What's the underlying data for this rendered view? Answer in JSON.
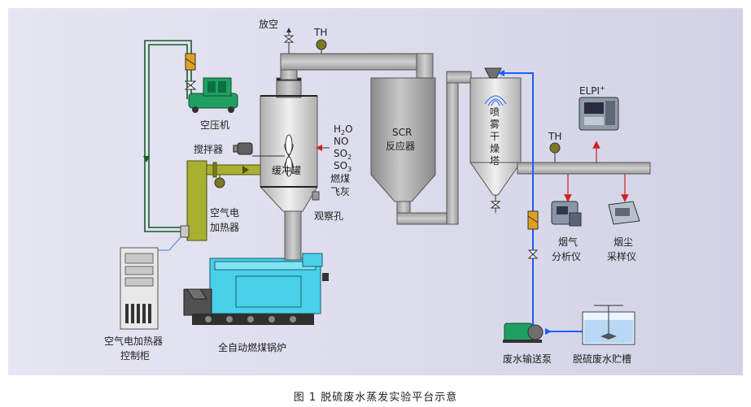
{
  "labels": {
    "vent": "放空",
    "th_top": "TH",
    "air_compressor": "空压机",
    "stirrer": "搅拌器",
    "buffer_tank": "缓冲罐",
    "gas_h2o": "H",
    "gas_h2o_sub": "2",
    "gas_h2o_end": "O",
    "gas_no": "NO",
    "gas_so2": "SO",
    "gas_so2_sub": "2",
    "gas_so3": "SO",
    "gas_so3_sub": "3",
    "fly_ash_1": "燃煤",
    "fly_ash_2": "飞灰",
    "observation_hole": "观察孔",
    "scr_1": "SCR",
    "scr_2": "反应器",
    "spray_1": "喷",
    "spray_2": "雾",
    "spray_3": "干",
    "spray_4": "燥",
    "spray_5": "塔",
    "elpi": "ELPI",
    "elpi_sup": "+",
    "th_right": "TH",
    "air_heater_1": "空气电",
    "air_heater_2": "加热器",
    "flue_gas_analyzer_1": "烟气",
    "flue_gas_analyzer_2": "分析仪",
    "dust_sampler_1": "烟尘",
    "dust_sampler_2": "采样仪",
    "heater_cabinet_1": "空气电加热器",
    "heater_cabinet_2": "控制柜",
    "boiler": "全自动燃煤锅炉",
    "wastewater_pump": "废水输送泵",
    "wastewater_tank": "脱硫废水贮槽"
  },
  "caption": "图 1  脱硫废水蒸发实验平台示意",
  "colors": {
    "panel": "#dcdcee",
    "vessel": "#a8a8a8",
    "boiler": "#48d0e8",
    "compressor": "#20a060",
    "water_line": "#1e5cff",
    "air_line": "#1a5a28",
    "heater": "#a8b030",
    "red_arrow": "#d02020"
  }
}
